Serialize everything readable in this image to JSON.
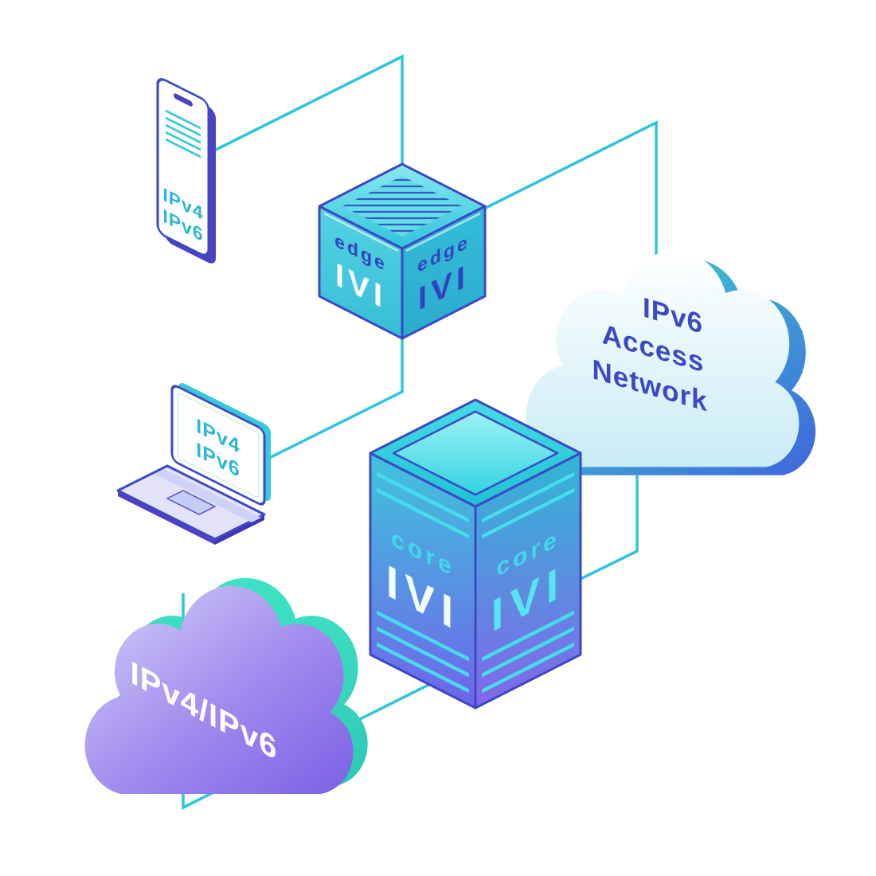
{
  "diagram": {
    "devices": {
      "phone": {
        "line1": "IPv4",
        "line2": "IPv6"
      },
      "laptop": {
        "line1": "IPv4",
        "line2": "IPv6"
      },
      "edge_router": {
        "left_label": "edge",
        "left_name": "IVI",
        "right_label": "edge",
        "right_name": "IVI"
      },
      "core_router": {
        "left_label": "core",
        "left_name": "IVI",
        "right_label": "core",
        "right_name": "IVI"
      },
      "access_cloud": {
        "line1": "IPv6",
        "line2": "Access",
        "line3": "Network"
      },
      "dual_cloud": {
        "label": "IPv4/IPv6"
      }
    },
    "colors": {
      "connection_line": "#2cc6dc",
      "outline_indigo": "#3b49c4",
      "cyan": "#35c8dc",
      "teal": "#3fe0c4",
      "purple": "#7c63e6",
      "label_indigo": "#3342bd",
      "label_cyan": "#3fd9e8"
    }
  }
}
